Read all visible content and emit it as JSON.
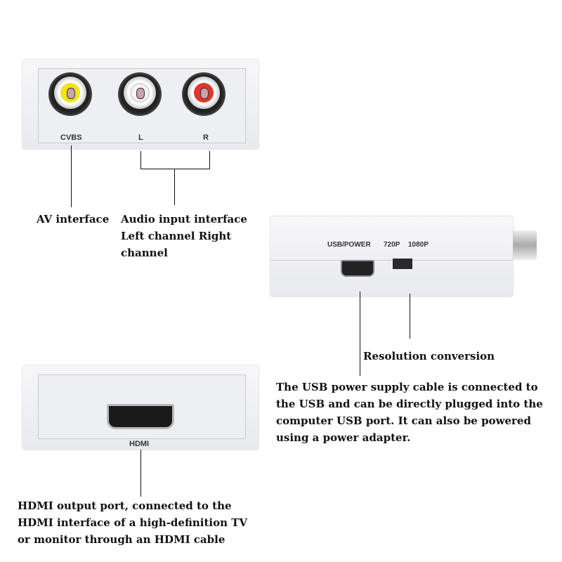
{
  "top_device": {
    "labels": {
      "cvbs": "CVBS",
      "left": "L",
      "right": "R"
    },
    "jack_colors": {
      "cvbs": "#f2e21a",
      "left": "#f4f4f4",
      "right": "#e2352c"
    }
  },
  "side_device": {
    "labels": {
      "usb": "USB/POWER",
      "p720": "720P",
      "p1080": "1080P"
    }
  },
  "bottom_device": {
    "labels": {
      "hdmi": "HDMI"
    }
  },
  "captions": {
    "av": "AV interface",
    "audio": [
      "Audio input interface",
      "Left channel Right",
      "channel"
    ],
    "resolution": "Resolution conversion",
    "usb": [
      "The USB power supply cable is connected to",
      "the USB and can be directly plugged into the",
      "computer USB port. It can also be powered",
      "using a power adapter."
    ],
    "hdmi": [
      "HDMI output port, connected to the",
      "HDMI interface of a high-definition TV",
      "or monitor through an HDMI cable"
    ]
  }
}
